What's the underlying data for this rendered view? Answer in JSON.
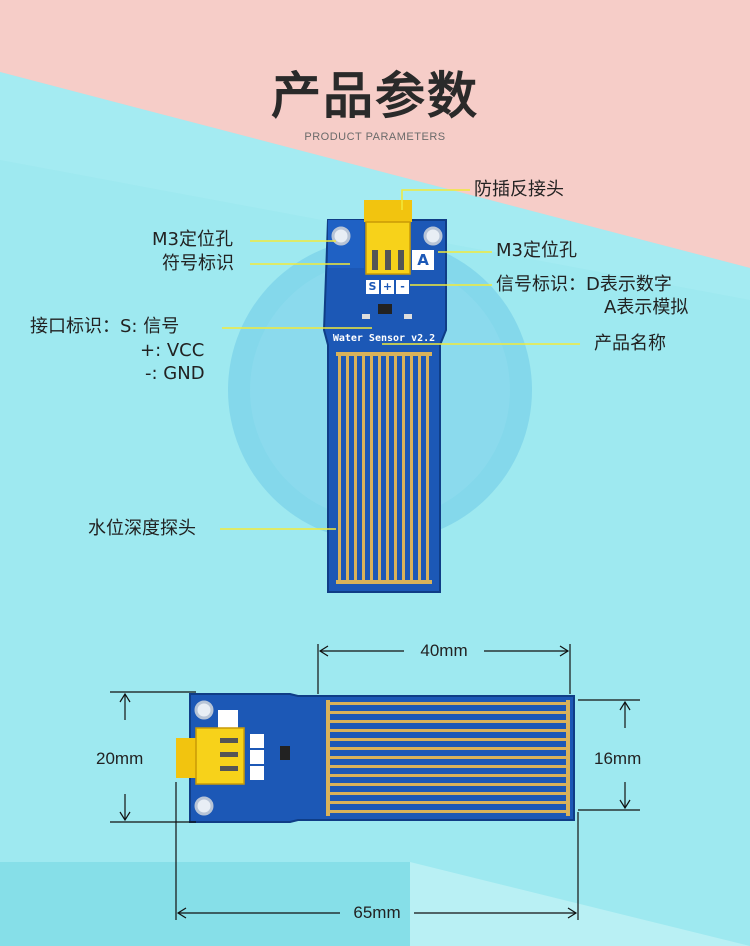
{
  "header": {
    "title": "产品参数",
    "subtitle": "PRODUCT PARAMETERS"
  },
  "board": {
    "name_text": "Water Sensor v2.2",
    "pin_s": "S",
    "pin_plus": "+",
    "pin_minus": "-",
    "pin_a": "A"
  },
  "callouts": {
    "anti_reverse": "防插反接头",
    "m3_hole_left": "M3定位孔",
    "symbol_mark": "符号标识",
    "m3_hole_right": "M3定位孔",
    "signal_mark_1": "信号标识：D表示数字",
    "signal_mark_2": "A表示模拟",
    "interface_1": "接口标识：S: 信号",
    "interface_2": "+: VCC",
    "interface_3": "-: GND",
    "product_name": "产品名称",
    "depth_probe": "水位深度探头"
  },
  "dimensions": {
    "width_probe": "40mm",
    "height_board": "20mm",
    "height_probe": "16mm",
    "length_total": "65mm"
  },
  "colors": {
    "pink": "#f6cdc8",
    "cyan": "#9ee9f0",
    "pcb": "#1c58b6",
    "trace": "#d9b25a",
    "callout_line": "#f2ea3a",
    "connector": "#f7d21a"
  }
}
